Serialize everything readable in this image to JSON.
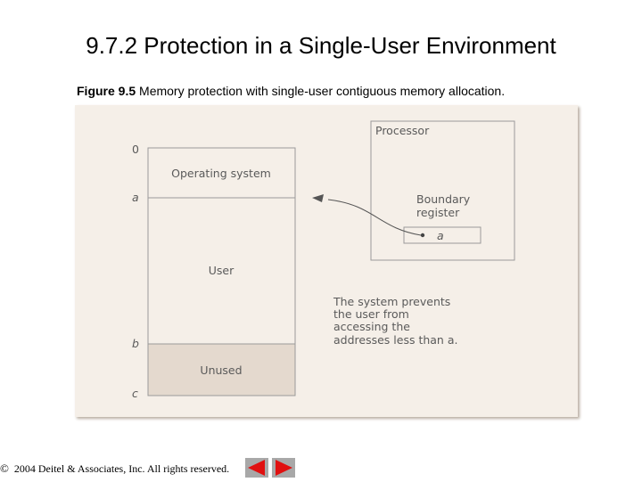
{
  "slide": {
    "title": "9.7.2 Protection in a Single-User Environment"
  },
  "caption": {
    "label": "Figure 9.5",
    "text": "Memory protection with single-user contiguous memory allocation."
  },
  "memory": {
    "address_0": "0",
    "address_a": "a",
    "address_b": "b",
    "address_c": "c",
    "os_label": "Operating system",
    "user_label": "User",
    "unused_label": "Unused"
  },
  "processor": {
    "title": "Processor",
    "boundary_line1": "Boundary",
    "boundary_line2": "register",
    "register_value": "a"
  },
  "note": {
    "line1": "The system prevents",
    "line2": "the user from",
    "line3": "accessing the",
    "line4": "addresses less than a."
  },
  "footer": {
    "copyright_symbol": "©",
    "text": "2004 Deitel & Associates, Inc.  All rights reserved."
  },
  "colors": {
    "figure_background": "#f5efe8",
    "unused_fill": "#e4d9ce",
    "line": "#9a9a9a",
    "nav_arrow": "#e01010",
    "nav_bg": "#a8a8a8"
  },
  "icons": {
    "prev": "previous-slide-icon",
    "next": "next-slide-icon"
  }
}
